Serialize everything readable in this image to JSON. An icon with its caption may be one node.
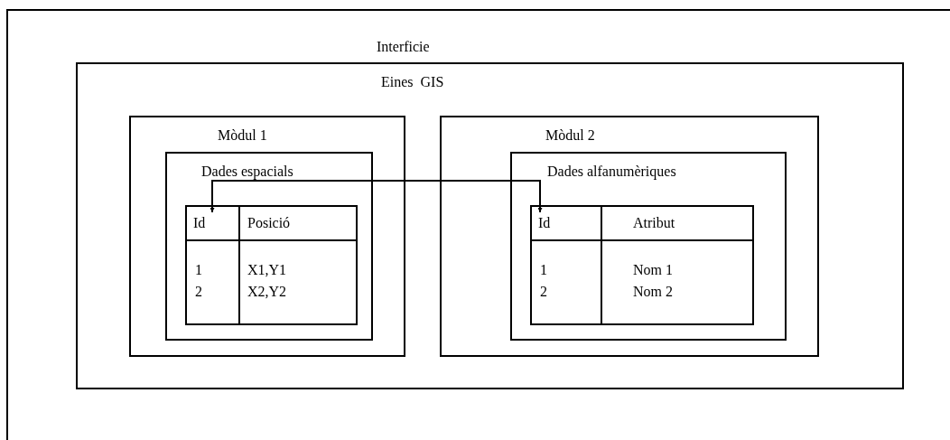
{
  "diagram": {
    "nodes": [
      {
        "text": [
          "Interficie"
        ]
      },
      {
        "text": [
          "Eines  GIS"
        ],
        "in": 0
      },
      {
        "text": [
          "Mòdul 1"
        ],
        "in": 1
      },
      {
        "text": [
          "Dades espacials"
        ],
        "in": 2
      },
      {
        "text": [
          "Id",
          "Posició",
          "1",
          "X1,Y1",
          "2",
          "X2,Y2"
        ],
        "in": 3
      },
      {
        "text": [
          "Mòdul 2"
        ],
        "in": 1
      },
      {
        "text": [
          "Dades alfanumèriques"
        ],
        "in": 5
      },
      {
        "text": [
          "Id",
          "Atribut",
          "1",
          "Nom 1",
          "2",
          "Nom 2"
        ],
        "in": 6
      }
    ],
    "edges": [
      {
        "from": 4,
        "to": 7,
        "arrow": "both"
      }
    ]
  }
}
